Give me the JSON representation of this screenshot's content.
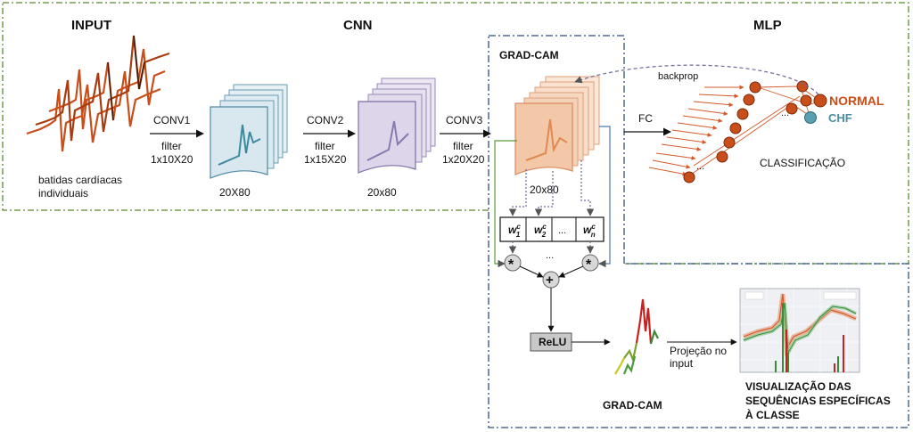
{
  "sections": {
    "input": "INPUT",
    "cnn": "CNN",
    "mlp": "MLP",
    "gradcam_box": "GRAD-CAM"
  },
  "input_caption_1": "batidas cardíacas",
  "input_caption_2": "individuais",
  "conv1": {
    "name": "CONV1",
    "filter": "filter",
    "size": "1x10X20",
    "map": "20X80"
  },
  "conv2": {
    "name": "CONV2",
    "filter": "filter",
    "size": "1x15X20",
    "map": "20x80"
  },
  "conv3": {
    "name": "CONV3",
    "filter": "filter",
    "size": "1x20X20",
    "map": "20x80"
  },
  "fc": "FC",
  "backprop": "backprop",
  "classes": {
    "normal": "NORMAL",
    "chf": "CHF"
  },
  "classification": "CLASSIFICAÇÃO",
  "weights": {
    "w": "w",
    "sup": "c",
    "sub1": "1",
    "sub2": "2",
    "subn": "n",
    "ellipsis": "..."
  },
  "ops": {
    "mult": "*",
    "plus": "+",
    "dots": "..."
  },
  "relu": "ReLU",
  "gradcam_label": "GRAD-CAM",
  "projection_1": "Projeção no",
  "projection_2": "input",
  "visual_1": "VISUALIZAÇÃO DAS",
  "visual_2": "SEQUÊNCIAS ESPECÍFICAS",
  "visual_3": "À CLASSE",
  "colors": {
    "green_dash": "#5a8a2e",
    "blue_dash": "#2f4f7f",
    "orange": "#c84e1a",
    "teal": "#3b8aa0",
    "purple": "#8a78b0",
    "peach": "#f2c8a8"
  }
}
